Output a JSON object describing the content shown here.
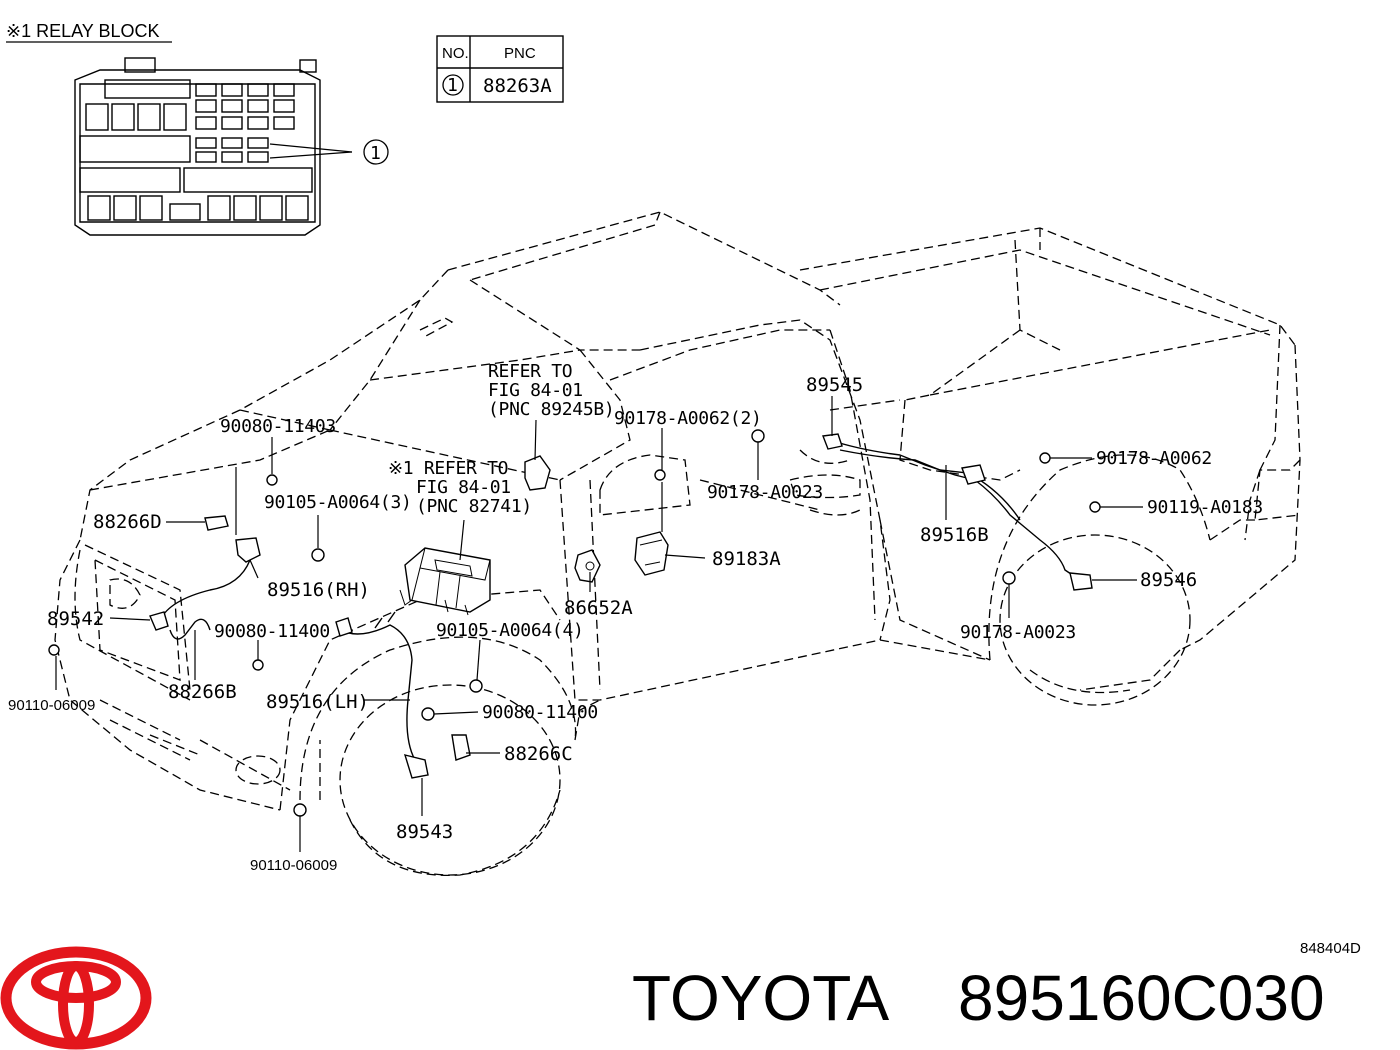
{
  "relay_block": {
    "title": "※1 RELAY BLOCK",
    "callout": "1"
  },
  "pnc_table": {
    "header_no": "NO.",
    "header_pnc": "PNC",
    "rows": [
      {
        "no": "1",
        "pnc": "88263A"
      }
    ]
  },
  "refer_main": {
    "line1": "REFER TO",
    "line2": "FIG 84-01",
    "line3": "(PNC 89245B)"
  },
  "refer_ecu": {
    "line1": "※1 REFER TO",
    "line2": "FIG 84-01",
    "line3": "(PNC 82741)"
  },
  "parts": {
    "p_90080_11403": "90080-11403",
    "p_90105_a0064_3": "90105-A0064(3)",
    "p_88266d": "88266D",
    "p_89516_rh": "89516(RH)",
    "p_89542": "89542",
    "p_90080_11400_a": "90080-11400",
    "p_88266b": "88266B",
    "p_90110_06009_a": "90110-06009",
    "p_89516_lh": "89516(LH)",
    "p_90105_a0064_4": "90105-A0064(4)",
    "p_90080_11400_b": "90080-11400",
    "p_88266c": "88266C",
    "p_89543": "89543",
    "p_90110_06009_b": "90110-06009",
    "p_86652a": "86652A",
    "p_89183a": "89183A",
    "p_90178_a0062_2": "90178-A0062(2)",
    "p_90178_a0023_a": "90178-A0023",
    "p_89545": "89545",
    "p_89516b": "89516B",
    "p_90178_a0062": "90178-A0062",
    "p_90119_a0183": "90119-A0183",
    "p_89546": "89546",
    "p_90178_a0023_b": "90178-A0023"
  },
  "diagram_code": "848404D",
  "footer": {
    "brand": "TOYOTA",
    "part_number": "895160C030"
  },
  "colors": {
    "logo": "#e3161c",
    "ink": "#000000"
  }
}
